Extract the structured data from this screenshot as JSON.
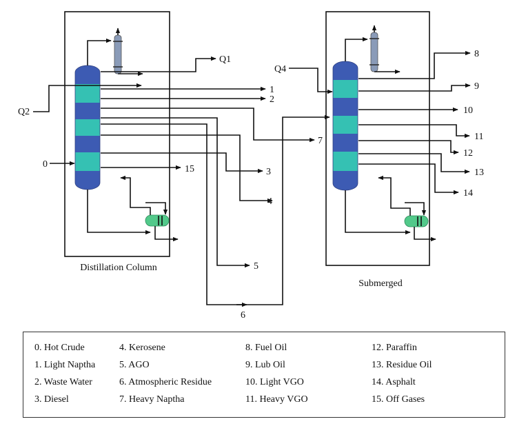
{
  "units": {
    "left_title": "Distillation Column",
    "right_title": "Submerged"
  },
  "streams": {
    "s0": "0",
    "s1": "1",
    "s2": "2",
    "s3": "3",
    "s4": "4",
    "s5": "5",
    "s6": "6",
    "s7": "7",
    "s8": "8",
    "s9": "9",
    "s10": "10",
    "s11": "11",
    "s12": "12",
    "s13": "13",
    "s14": "14",
    "s15": "15",
    "q1": "Q1",
    "q2": "Q2",
    "q4": "Q4"
  },
  "legend": {
    "columns": [
      [
        "0. Hot Crude",
        "1. Light Naptha",
        "2. Waste Water",
        "3. Diesel"
      ],
      [
        "4. Kerosene",
        "5. AGO",
        "6. Atmospheric Residue",
        "7. Heavy Naptha"
      ],
      [
        "8. Fuel Oil",
        "9. Lub Oil",
        "10. Light VGO",
        "11. Heavy VGO"
      ],
      [
        "12. Paraffin",
        "13. Residue Oil",
        "14. Asphalt",
        "15. Off Gases"
      ]
    ]
  },
  "colors": {
    "column_dark": "#3d5bb3",
    "column_light": "#35c1b3",
    "condenser": "#8a9bb8",
    "reboiler": "#52c98a",
    "line": "#111111"
  }
}
